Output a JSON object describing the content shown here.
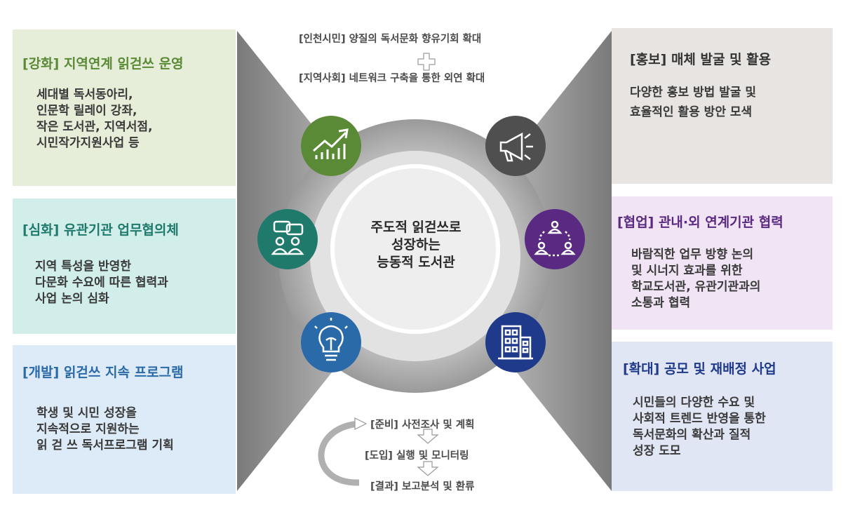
{
  "top": {
    "line1": "[인천시민] 양질의 독서문화 향유기회 확대",
    "line2": "[지역사회] 네트워크 구축을 통한 외연 확대"
  },
  "center": {
    "line1": "주도적 읽걷쓰로",
    "line2": "성장하는",
    "line3": "능동적 도서관"
  },
  "left_boxes": [
    {
      "title": "[강화] 지역연계 읽걷쓰 운영",
      "lines": [
        "세대별 독서동아리,",
        "인문학 릴레이 강좌,",
        "작은 도서관, 지역서점,",
        "시민작가지원사업 등"
      ]
    },
    {
      "title": "[심화] 유관기관 업무협의체",
      "lines": [
        "지역 특성을 반영한",
        "다문화 수요에 따른 협력과",
        "사업 논의 심화"
      ]
    },
    {
      "title": "[개발] 읽걷쓰 지속 프로그램",
      "lines": [
        "학생 및 시민 성장을",
        "지속적으로 지원하는",
        "읽 걷 쓰 독서프로그램 기획"
      ]
    }
  ],
  "right_boxes": [
    {
      "title": "[홍보] 매체 발굴 및 활용",
      "lines": [
        "다양한 홍보 방법 발굴 및",
        "효율적인 활용 방안 모색"
      ]
    },
    {
      "title": "[협업] 관내·외 연계기관 협력",
      "lines": [
        "바람직한 업무 방향 논의",
        "및 시너지 효과를 위한",
        "학교도서관, 유관기관과의",
        "소통과 협력"
      ]
    },
    {
      "title": "[확대] 공모 및 재배정 사업",
      "lines": [
        "시민들의 다양한 수요 및",
        "사회적 트렌드 반영을 통한",
        "독서문화의 확산과 질적",
        "성장 도모"
      ]
    }
  ],
  "steps": [
    "[준비] 사전조사 및 계획",
    "[도입] 실행 및 모니터링",
    "[결과] 보고분석 및 환류"
  ],
  "icons": [
    "growth-chart-icon",
    "megaphone-icon",
    "chat-people-icon",
    "network-people-icon",
    "lightbulb-icon",
    "building-icon"
  ],
  "colors": {
    "green": "#5a8a36",
    "teal": "#1f7a6c",
    "blue": "#2a6aa8",
    "purple": "#5a2a82",
    "navy": "#1f3a8a",
    "dark": "#4a4a4a"
  }
}
